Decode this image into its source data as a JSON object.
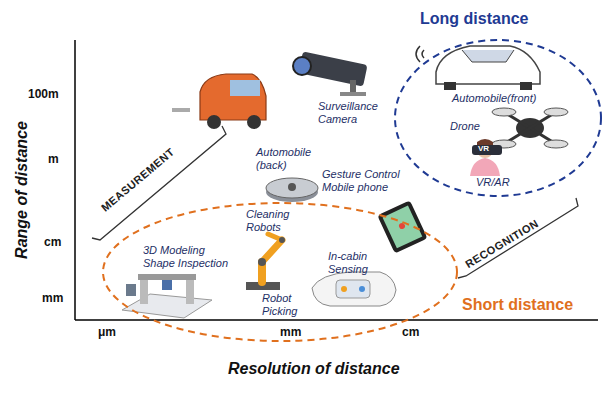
{
  "diagram": {
    "nodes": [
      {
        "text": [
          "Long distance"
        ]
      },
      {
        "text": [
          "Short distance"
        ]
      }
    ],
    "labels": [
      "100m",
      "m",
      "cm",
      "mm",
      "μm",
      "mm",
      "cm",
      "Range of distance",
      "Resolution of distance",
      "MEASUREMENT",
      "RECOGNITION",
      "Automobile(front)",
      "Drone",
      "Surveillance Camera",
      "Automobile (back)",
      "Gesture Control Mobile phone",
      "VR",
      "VR/AR",
      "Cleaning Robots",
      "3D Modeling Shape Inspection",
      "In-cabin Sensing",
      "Robot Picking"
    ]
  }
}
